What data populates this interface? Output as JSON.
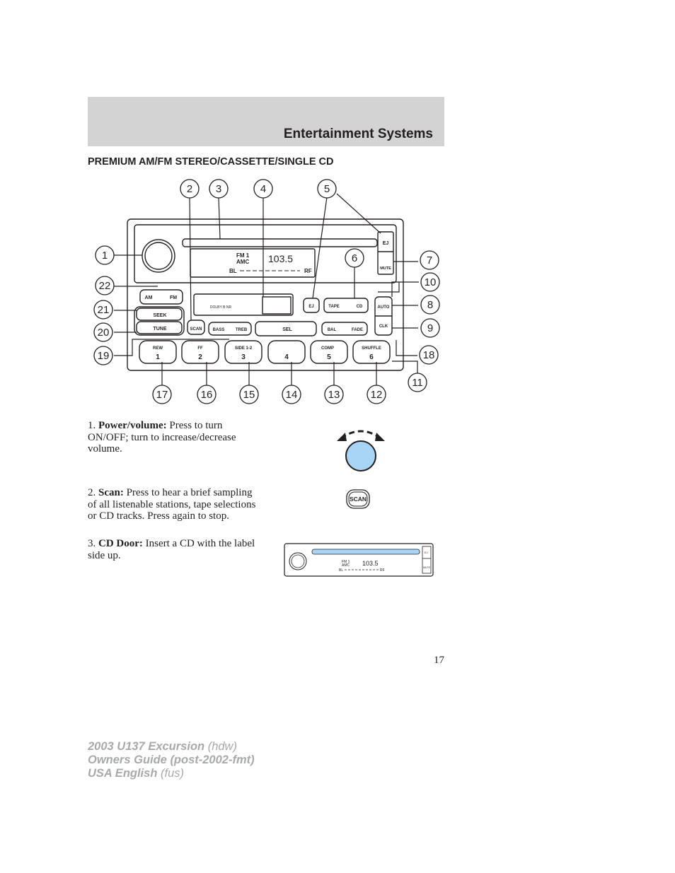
{
  "header": {
    "title": "Entertainment Systems"
  },
  "section_title": "PREMIUM AM/FM STEREO/CASSETTE/SINGLE CD",
  "diagram": {
    "callouts": [
      "1",
      "2",
      "3",
      "4",
      "5",
      "6",
      "7",
      "8",
      "9",
      "10",
      "11",
      "12",
      "13",
      "14",
      "15",
      "16",
      "17",
      "18",
      "19",
      "20",
      "21",
      "22"
    ],
    "display": {
      "band": "FM 1",
      "amc": "AMC",
      "freq": "103.5",
      "bal_left": "BL",
      "bal_right": "RF"
    },
    "buttons": {
      "eject": "EJ",
      "mute": "MUTE",
      "am": "AM",
      "fm": "FM",
      "seek": "SEEK",
      "tune": "TUNE",
      "scan": "SCAN",
      "bass": "BASS",
      "treb": "TREB",
      "sel": "SEL",
      "bal": "BAL",
      "fade": "FADE",
      "auto": "AUTO",
      "clk": "CLK",
      "tape_ej": "EJ",
      "tape": "TAPE",
      "cd": "CD",
      "dolby": "DOLBY B NR",
      "rew": "REW",
      "ff": "FF",
      "side": "SIDE 1-2",
      "comp": "COMP",
      "shuffle": "SHUFFLE",
      "p1": "1",
      "p2": "2",
      "p3": "3",
      "p4": "4",
      "p5": "5",
      "p6": "6"
    }
  },
  "items": [
    {
      "number": "1.",
      "term": "Power/volume:",
      "text": "Press to turn ON/OFF; turn to increase/decrease volume."
    },
    {
      "number": "2.",
      "term": "Scan:",
      "text": "Press to hear a brief sampling of all listenable stations, tape selections or CD tracks. Press again to stop."
    },
    {
      "number": "3.",
      "term": "CD Door:",
      "text": "Insert a CD with the label side up."
    }
  ],
  "icons": {
    "scan_label": "SCAN",
    "mini_band": "FM 1",
    "mini_amc": "AMC",
    "mini_freq": "103.5",
    "mini_bl": "BL",
    "mini_rf": "RF",
    "mini_ej": "EJ",
    "mini_mute": "MUTE",
    "knob_color": "#a8d4f5"
  },
  "page_number": "17",
  "footer": {
    "line1_bold": "2003 U137 Excursion",
    "line1_rest": "(hdw)",
    "line2_bold": "Owners Guide (post-2002-fmt)",
    "line3_bold": "USA English",
    "line3_rest": "(fus)"
  }
}
